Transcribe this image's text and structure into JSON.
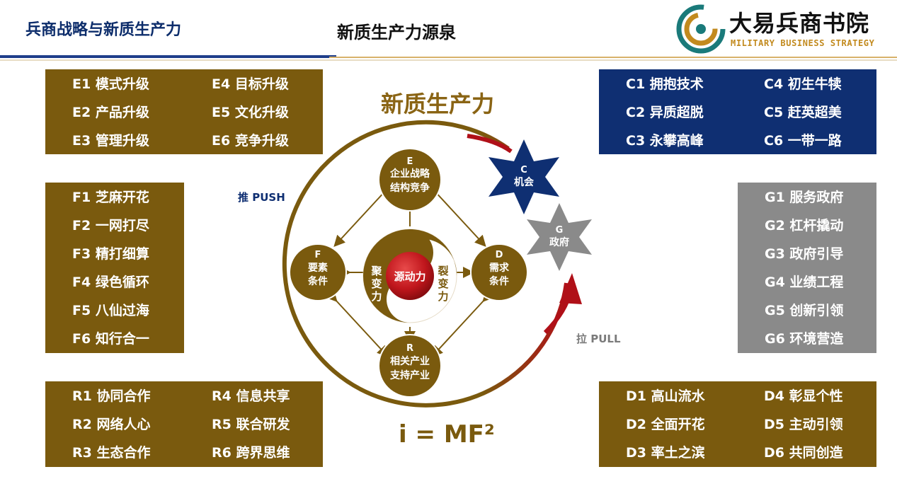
{
  "header": {
    "left_title": "兵商战略与新质生产力",
    "center_title": "新质生产力源泉",
    "logo_cn": "大易兵商书院",
    "logo_en": "MILITARY BUSINESS STRATEGY"
  },
  "boxes": {
    "E": [
      "E1 模式升级",
      "E2 产品升级",
      "E3 管理升级",
      "E4 目标升级",
      "E5 文化升级",
      "E6 竞争升级"
    ],
    "C": [
      "C1 拥抱技术",
      "C2 异质超脱",
      "C3 永攀高峰",
      "C4 初生牛犊",
      "C5 赶英超美",
      "C6 一带一路"
    ],
    "F": [
      "F1 芝麻开花",
      "F2 一网打尽",
      "F3 精打细算",
      "F4 绿色循环",
      "F5 八仙过海",
      "F6 知行合一"
    ],
    "G": [
      "G1 服务政府",
      "G2 杠杆撬动",
      "G3 政府引导",
      "G4 业绩工程",
      "G5 创新引领",
      "G6 环境营造"
    ],
    "R": [
      "R1 协同合作",
      "R2 网络人心",
      "R3 生态合作",
      "R4 信息共享",
      "R5 联合研发",
      "R6 跨界思维"
    ],
    "D": [
      "D1 高山流水",
      "D2 全面开花",
      "D3 率土之滨",
      "D4 彰显个性",
      "D5 主动引领",
      "D6 共同创造"
    ]
  },
  "diagram": {
    "title": "新质生产力",
    "push": "推 PUSH",
    "pull": "拉 PULL",
    "formula": "i = MF²",
    "center": "源动力",
    "left_force": [
      "聚",
      "变",
      "力"
    ],
    "right_force": [
      "裂",
      "变",
      "力"
    ],
    "nodes": {
      "E": [
        "E",
        "企业战略",
        "结构竞争"
      ],
      "F": [
        "F",
        "要素",
        "条件"
      ],
      "D": [
        "D",
        "需求",
        "条件"
      ],
      "R": [
        "R",
        "相关产业",
        "支持产业"
      ],
      "C": [
        "C",
        "机会"
      ],
      "G": [
        "G",
        "政府"
      ]
    }
  },
  "colors": {
    "brown": "#7a5a0e",
    "navy": "#0f2f72",
    "grey": "#8a8a8a",
    "red": "#c0161c",
    "gold": "#8a6414"
  }
}
